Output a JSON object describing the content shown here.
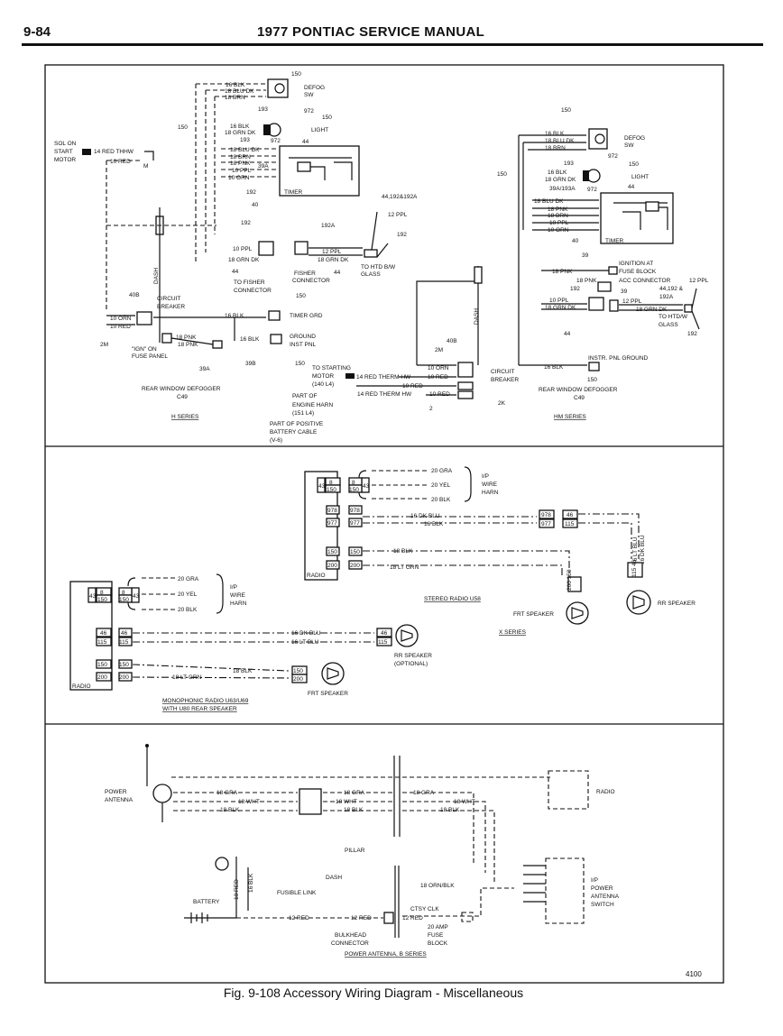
{
  "header": {
    "page_number": "9-84",
    "title": "1977 PONTIAC SERVICE MANUAL"
  },
  "panel1": {
    "h_series": {
      "labels": {
        "sol_on": "SOL ON",
        "start": "START",
        "motor": "MOTOR",
        "w14_red_thhw": "14 RED THHW",
        "w10_red": "10 RED",
        "m": "M",
        "c150_top": "150",
        "w16_blk_d": "16 BLK",
        "w18_blu_dk": "18 BLU DK",
        "w18_brn_a": "18 BRN",
        "defog": "DEFOG",
        "sw": "SW",
        "c193": "193",
        "c972": "972",
        "c150_b": "150",
        "c150_c": "150",
        "w16_blk_2": "16 BLK",
        "w18_grn_dk": "18 GRN DK",
        "light": "LIGHT",
        "c193_2": "193",
        "c972_2": "972",
        "c44": "44",
        "w18_blu_dk_2": "18 BLU DK",
        "w18_brn": "18 BRN",
        "w18_pnk": "18 PNK",
        "w10_ppl": "10 PPL",
        "w10_orn_b": "10 ORN",
        "c39a": "39A",
        "c192": "192",
        "c40": "40",
        "timer": "TIMER",
        "c44_192_192a": "44,192&192A",
        "w12_ppl": "12 PPL",
        "c192_3": "192",
        "c192_l": "192",
        "c192a": "192A",
        "w10_ppl_2": "10 PPL",
        "w18_grn_dk_2": "18 GRN DK",
        "w12_ppl_2": "12 PPL",
        "w18_grn_dk_3": "18 GRN DK",
        "c44_l": "44",
        "c44_r": "44",
        "fisher": "FISHER",
        "connector": "CONNECTOR",
        "to_fisher": "TO FISHER",
        "connector2": "CONNECTOR",
        "to_htd": "TO HTD B/W",
        "glass": "GLASS",
        "dash": "DASH",
        "c40b": "40B",
        "circuit": "CIRCUIT",
        "breaker": "BREAKER",
        "w10_orn": "10 ORN",
        "w10_red_2": "10 RED",
        "c150_tg": "150",
        "w16_blk_a": "16 BLK",
        "timer_grd": "TIMER GRD",
        "w18_pnk_2": "18 PNK",
        "w18_pnk_b": "18 PNK",
        "c2m": "2M",
        "ign_on": "\"IGN\" ON",
        "fuse_panel": "FUSE PANEL",
        "w16_blk_3": "16 BLK",
        "ground": "GROUND",
        "inst_pnl": "INST PNL",
        "c39a_2": "39A",
        "c39b": "39B",
        "c150_g": "150",
        "title1": "REAR WINDOW DEFOGGER",
        "title2": "C49",
        "series": "H SERIES"
      }
    },
    "middle": {
      "to_starting": "TO STARTING",
      "motor": "MOTOR",
      "w14_red_thhw": "14 RED THERM HW",
      "w10_red": "10 RED",
      "p140": "(140 L4)",
      "w10_red_2": "10 RED",
      "part_of": "PART OF",
      "engine_harn": "ENGINE HARN",
      "p151": "(151 L4)",
      "w14_red_therm": "14 RED THERM HW",
      "w10_red_3": "10 RED",
      "part_of_pos": "PART OF POSITIVE",
      "battery_cable": "BATTERY CABLE",
      "v6": "(V-6)",
      "c40b": "40B",
      "c2m": "2M",
      "w10_orn": "10 ORN",
      "circuit": "CIRCUIT",
      "breaker": "BREAKER",
      "c2k": "2K",
      "c2": "2",
      "dash": "DASH"
    },
    "hm_series": {
      "c150": "150",
      "w16_blk": "16 BLK",
      "w18_blu_dk": "18 BLU DK",
      "w18_brn": "18 BRN",
      "defog": "DEFOG",
      "sw": "SW",
      "c972": "972",
      "c193": "193",
      "c150_2": "150",
      "c150_b": "150",
      "w16_blk_c": "16 BLK",
      "w18_grn_dk": "18 GRN DK",
      "light": "LIGHT",
      "c39a_193a": "39A/193A",
      "c972_2": "972",
      "c44": "44",
      "w18_blu_dk_2": "18 BLU DK",
      "w18_pnk": "18 PNK",
      "w18_brn_2": "18 BRN",
      "w10_ppl": "10 PPL",
      "w10_orn": "10 ORN",
      "c40": "40",
      "timer": "TIMER",
      "c39": "39",
      "ignition_at": "IGNITION AT",
      "fuse_block": "FUSE BLOCK",
      "w18_pnk_2": "18 PNK",
      "w18_pnk_3": "18 PNK",
      "c192": "192",
      "acc_connector": "ACC CONNECTOR",
      "w12_ppl": "12 PPL",
      "c39_2": "39",
      "c44_192": "44,192 &",
      "c192a": "192A",
      "w10_ppl_2": "10 PPL",
      "w18_grn_dk_2": "18 GRN DK",
      "w12_ppl_2": "12 PPL",
      "w18_grn_dk_3": "18 GRN DK",
      "to_htd": "TO HTD/W",
      "glass": "GLASS",
      "c192_2": "192",
      "c44_2": "44",
      "instr_pnl_ground": "INSTR. PNL GROUND",
      "w16_blk_a": "16 BLK",
      "c150_3": "150",
      "title1": "REAR WINDOW DEFOGGER",
      "title2": "C49",
      "series": "HM SERIES"
    }
  },
  "panel2": {
    "stereo": {
      "c43": "43",
      "c8": "8",
      "c150": "150",
      "c43b": "43",
      "c8b": "8",
      "c150b": "150",
      "w20_gra": "20 GRA",
      "w20_yel": "20 YEL",
      "w20_blk": "20 BLK",
      "ip": "I/P",
      "wire": "WIRE",
      "harn": "HARN",
      "c978": "978",
      "c977": "977",
      "c978b": "978",
      "c977b": "977",
      "w16_dk_blu": "16 DK BLU",
      "w16_blk": "16 BLK",
      "c978r": "978",
      "c977r": "977",
      "c46": "46",
      "c115": "115",
      "c150_2": "150",
      "c200": "200",
      "c150_2b": "150",
      "c200b": "200",
      "w18_blk": "18 BLK",
      "w18_lt_grn": "18 LT GRN",
      "radio": "RADIO",
      "c200_150": "200 150",
      "v16_lt_blu": "16 LT BLU",
      "v16_dk_blu": "16 DK BLU",
      "c115_46": "115 46",
      "title": "STEREO RADIO U58",
      "frt_speaker": "FRT SPEAKER",
      "rr_speaker": "RR SPEAKER",
      "series": "X SERIES"
    },
    "mono": {
      "c43": "43",
      "c8": "8",
      "c150": "150",
      "c43b": "43",
      "c8b": "8",
      "c150b": "150",
      "w20_gra": "20 GRA",
      "w20_yel": "20 YEL",
      "w20_blk": "20 BLK",
      "ip": "I/P",
      "wire": "WIRE",
      "harn": "HARN",
      "c46": "46",
      "c115": "115",
      "c46b": "46",
      "c115b": "115",
      "w16_dk_blu": "16 DK BLU",
      "w16_lt_blu": "16 LT BLU",
      "c46r": "46",
      "c115r": "115",
      "rr_speaker": "RR SPEAKER",
      "optional": "(OPTIONAL)",
      "c150_2": "150",
      "c200": "200",
      "c150_2b": "150",
      "c200b": "200",
      "w18_blk": "18 BLK",
      "w18_lt_grn": "18 LT GRN",
      "c150r": "150",
      "c200r": "200",
      "frt_speaker": "FRT SPEAKER",
      "radio": "RADIO",
      "title1": "MONOPHONIC RADIO U63/U69",
      "title2": "WITH U80 REAR SPEAKER"
    }
  },
  "panel3": {
    "power": "POWER",
    "antenna": "ANTENNA",
    "w18_gra": "18 GRA",
    "w18_wht": "18 WHT",
    "w18_blk": "18 BLK",
    "w18_gra_2": "18 GRA",
    "w18_wht_2": "18 WHT",
    "w18_blk_2": "18 BLK",
    "w18_gra_3": "18 GRA",
    "w18_wht_3": "18 WHT",
    "w18_blk_3": "18 BLK",
    "radio": "RADIO",
    "pillar": "PILLAR",
    "dash": "DASH",
    "w18_orn_blk": "18 ORN/BLK",
    "battery": "BATTERY",
    "v10_red": "10 RED",
    "v16_blk": "16 BLK",
    "fusible_link": "FUSIBLE LINK",
    "w12_red": "12 RED",
    "w12_red_2": "12 RED",
    "ctsy_clk": "CTSY CLK",
    "w12_red_3": "12 RED",
    "amp20": "20 AMP",
    "fuse": "FUSE",
    "block": "BLOCK",
    "bulkhead": "BULKHEAD",
    "connector": "CONNECTOR",
    "ip": "I/P",
    "power2": "POWER",
    "antenna2": "ANTENNA",
    "switch": "SWITCH",
    "title": "POWER ANTENNA, B SERIES"
  },
  "figure_number": "4100",
  "caption": "Fig. 9-108 Accessory Wiring Diagram - Miscellaneous"
}
